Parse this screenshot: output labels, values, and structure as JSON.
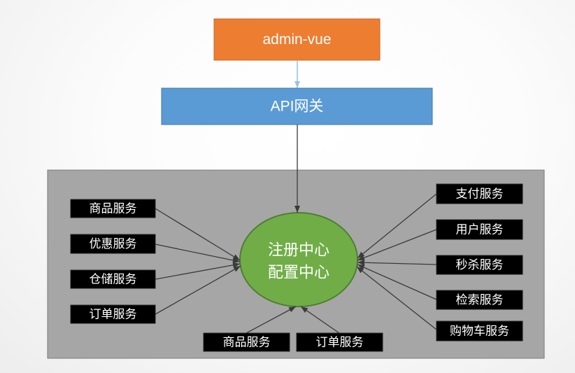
{
  "client": {
    "label": "admin-vue"
  },
  "gateway": {
    "label": "API网关"
  },
  "center": {
    "lines": [
      "注册中心",
      "配置中心"
    ]
  },
  "services": {
    "left": [
      "商品服务",
      "优惠服务",
      "仓储服务",
      "订单服务"
    ],
    "right": [
      "支付服务",
      "用户服务",
      "秒杀服务",
      "检索服务",
      "购物车服务"
    ],
    "bottom": [
      "商品服务",
      "订单服务"
    ]
  },
  "colors": {
    "client": "#ed7d31",
    "gateway": "#5b9bd5",
    "center": "#70ad47",
    "cluster": "#a6a6a6",
    "service_box": "#000000",
    "arrow_light": "#9dc3e6",
    "arrow_dark": "#3a3a3a"
  }
}
